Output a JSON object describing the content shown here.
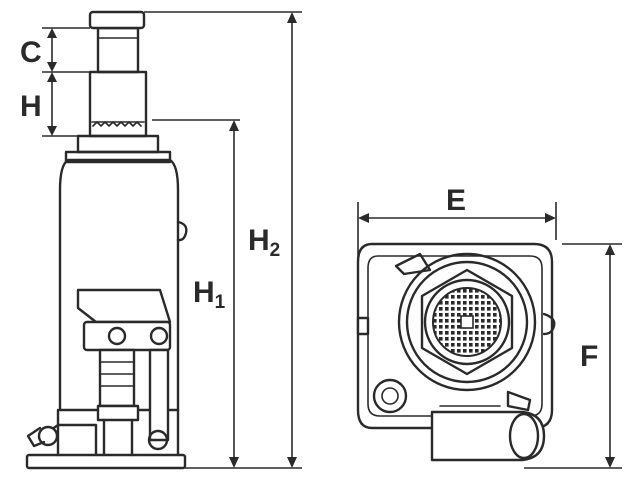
{
  "dimensions": {
    "c": {
      "label": "C"
    },
    "h": {
      "label": "H"
    },
    "h1": {
      "label": "H",
      "subscript": "1"
    },
    "h2": {
      "label": "H",
      "subscript": "2"
    },
    "e": {
      "label": "E"
    },
    "f": {
      "label": "F"
    }
  },
  "colors": {
    "stroke": "#2a2a2a",
    "background": "#ffffff"
  }
}
